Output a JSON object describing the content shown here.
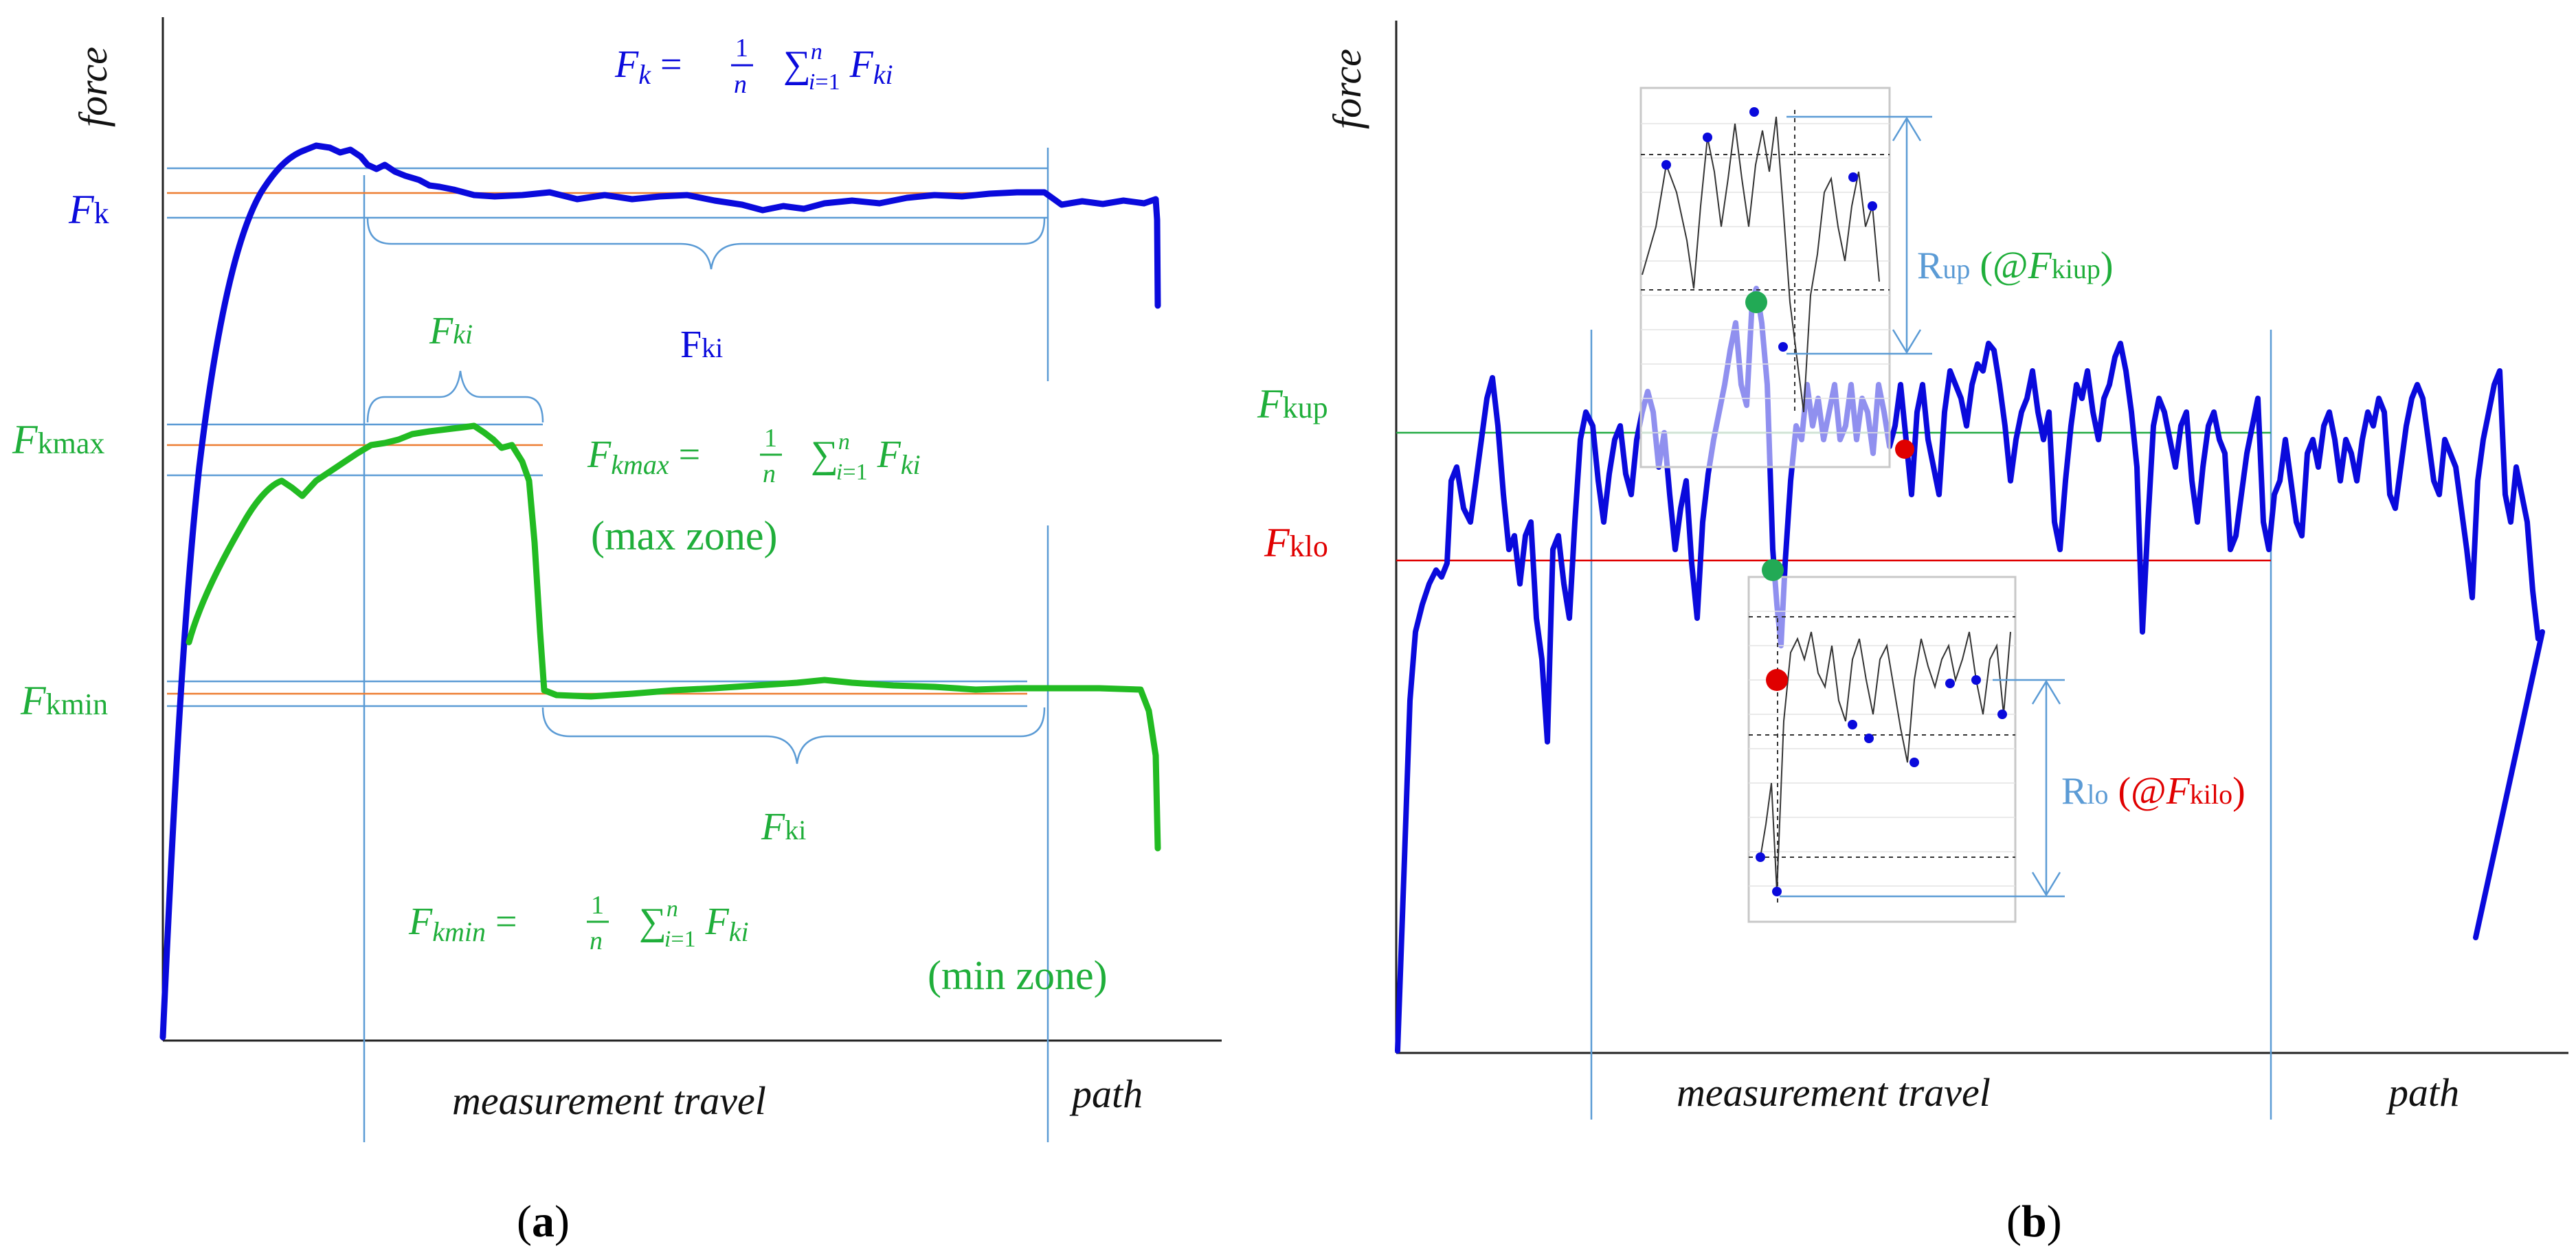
{
  "colors": {
    "blue": "#0a0adc",
    "green": "#22bb22",
    "text_green": "#1fae3a",
    "light_blue": "#5b9bd5",
    "orange": "#ed7d31",
    "red": "#e00000",
    "axis": "#222222",
    "inset_border": "#c8c8c8",
    "inset_grid": "#e4e4e4"
  },
  "panel_a": {
    "caption": "a",
    "y_label": "force",
    "x_label": "measurement travel",
    "path_label": "path",
    "fk_label": "k",
    "fkmax_label": "kmax",
    "fkmin_label": "kmin",
    "formula_top_lhs": "k",
    "formula_max_lhs": "kmax",
    "formula_min_lhs": "kmin",
    "formula_rhs_n": "n",
    "formula_rhs_i": "i",
    "formula_rhs_1": "1",
    "formula_rhs_ki": "ki",
    "fki_blue": "ki",
    "fki_green_upper": "ki",
    "fki_green_lower": "ki",
    "max_zone": "(max zone)",
    "min_zone": "(min zone)"
  },
  "panel_b": {
    "caption": "b",
    "y_label": "force",
    "x_label": "measurement travel",
    "path_label": "path",
    "fkup_label": "kup",
    "fklo_label": "klo",
    "rup_r": "R",
    "rup_sub": "up",
    "rup_ann_sub": "kiup",
    "rlo_r": "R",
    "rlo_sub": "lo",
    "rlo_ann_sub": "kilo"
  }
}
